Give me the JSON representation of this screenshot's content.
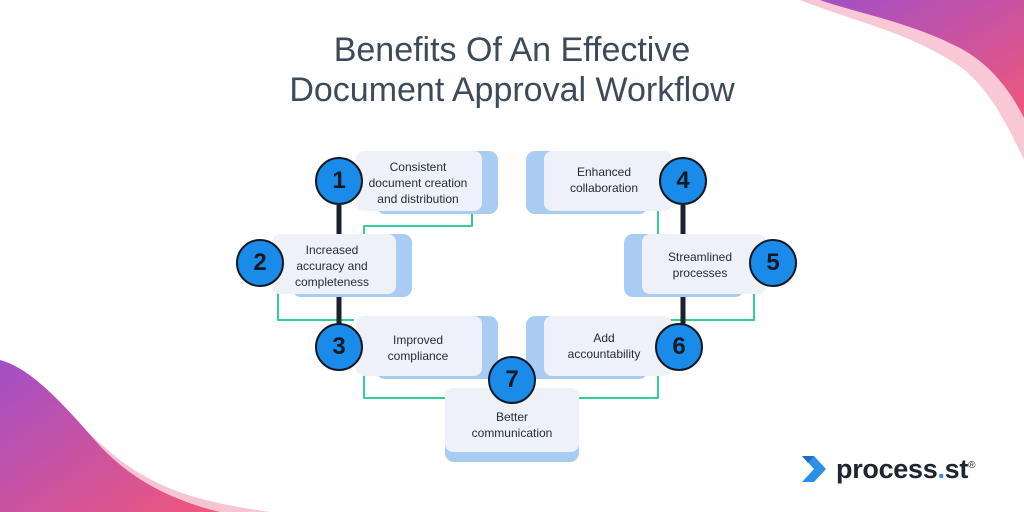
{
  "title": {
    "line1": "Benefits Of An Effective",
    "line2": "Document Approval Workflow"
  },
  "benefits": [
    {
      "number": "1",
      "line1": "Consistent",
      "line2": "document creation",
      "line3": "and distribution"
    },
    {
      "number": "2",
      "line1": "Increased",
      "line2": "accuracy and",
      "line3": "completeness"
    },
    {
      "number": "3",
      "line1": "Improved",
      "line2": "compliance"
    },
    {
      "number": "4",
      "line1": "Enhanced",
      "line2": "collaboration"
    },
    {
      "number": "5",
      "line1": "Streamlined",
      "line2": "processes"
    },
    {
      "number": "6",
      "line1": "Add",
      "line2": "accountability"
    },
    {
      "number": "7",
      "line1": "Better",
      "line2": "communication"
    }
  ],
  "logo": {
    "name": "process",
    "dot": ".",
    "suffix": "st",
    "mark": "®"
  },
  "colors": {
    "accent_blue": "#1a8be8",
    "connector_green": "#2fcf95",
    "card_back": "#a9cdf2",
    "card_front": "#eef1f7",
    "title": "#3d4a5a",
    "blob_pink": "#e8567f",
    "blob_purple": "#a24fc6"
  }
}
